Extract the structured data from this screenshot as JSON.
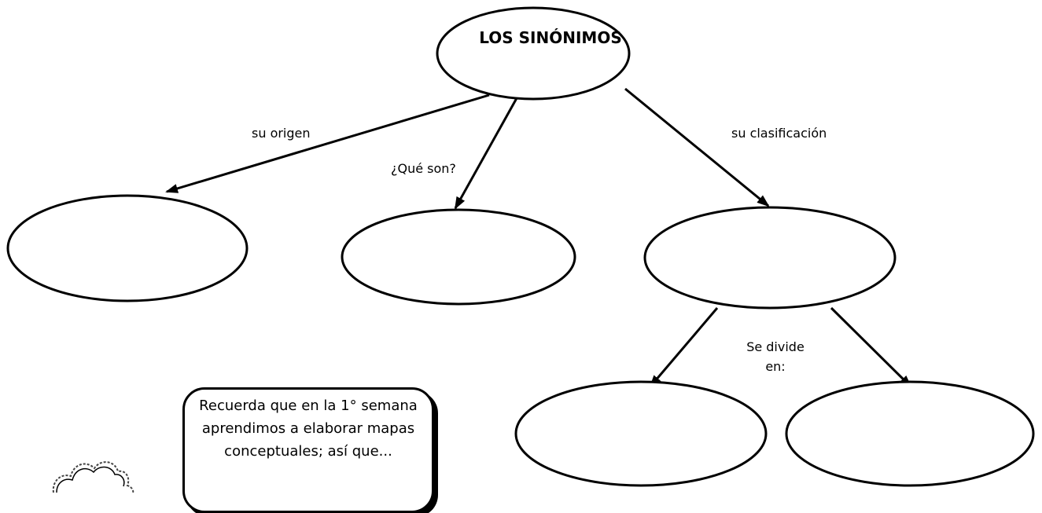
{
  "diagram": {
    "root": {
      "label": "LOS SINÓNIMOS"
    },
    "edges": {
      "origin": "su origen",
      "what": "¿Qué son?",
      "classification": "su clasificación",
      "divides": "Se divide en:"
    },
    "nodes": {
      "origin": "",
      "what": "",
      "classification": "",
      "sub_left": "",
      "sub_right": ""
    }
  },
  "callout": {
    "text": "Recuerda que en la 1° semana aprendimos a elaborar mapas conceptuales; así que..."
  },
  "colors": {
    "stroke": "#000000",
    "fill": "#ffffff"
  }
}
